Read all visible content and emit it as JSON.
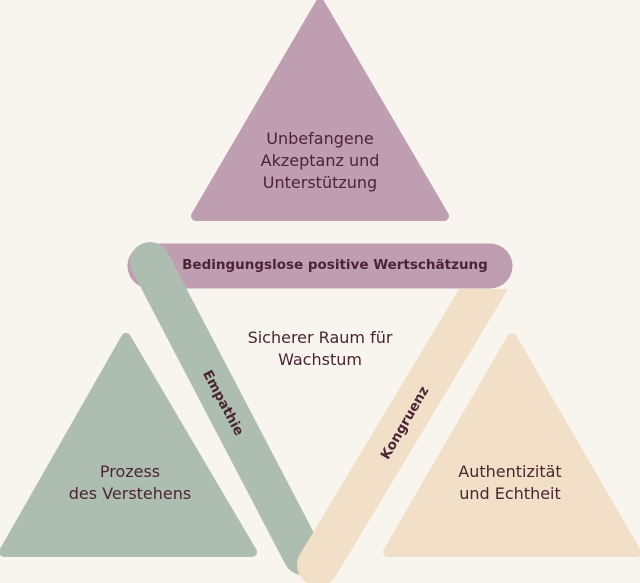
{
  "colors": {
    "pink": "#bf9eb1",
    "green": "#adbeb1",
    "beige": "#f2dfc7",
    "background": "#f8f5ef",
    "text": "#4b2435"
  },
  "triangles": {
    "top": {
      "line1": "Unbefangene",
      "line2": "Akzeptanz und",
      "line3": "Unterstützung"
    },
    "left": {
      "line1": "Prozess",
      "line2": "des Verstehens"
    },
    "right": {
      "line1": "Authentizität",
      "line2": "und Echtheit"
    }
  },
  "bands": {
    "top": "Bedingungslose positive Wertschätzung",
    "left": "Empathie",
    "right": "Kongruenz"
  },
  "center": {
    "line1": "Sicherer Raum für",
    "line2": "Wachstum"
  }
}
